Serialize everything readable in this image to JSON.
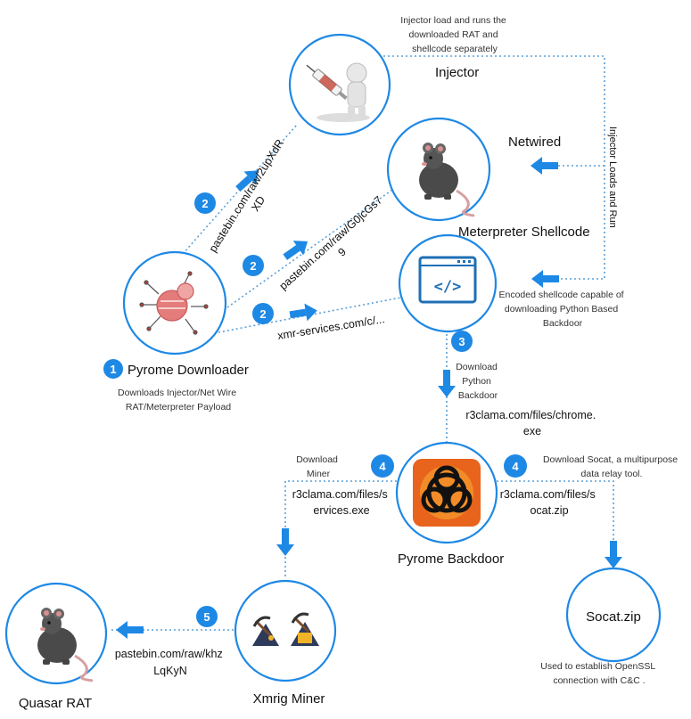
{
  "colors": {
    "accent": "#1e88e5",
    "line": "#5aa0d8"
  },
  "nodes": {
    "downloader": {
      "title": "Pyrome Downloader",
      "desc": [
        "Downloads Injector/Net Wire",
        "RAT/Meterpreter Payload"
      ],
      "icon": "bug-icon"
    },
    "injector": {
      "title": "Injector",
      "desc": [
        "Injector load and runs the",
        "downloaded RAT and",
        "shellcode separately"
      ],
      "icon": "syringe-figure-icon"
    },
    "netwired": {
      "title": "Netwired",
      "icon": "rat-icon"
    },
    "meterpreter": {
      "title": "Meterpreter Shellcode",
      "icon": "code-window-icon"
    },
    "encoded": {
      "desc": [
        "Encoded shellcode capable of",
        "downloading Python Based",
        "Backdoor"
      ]
    },
    "backdoor": {
      "title": "Pyrome Backdoor",
      "icon": "biohazard-icon"
    },
    "socat": {
      "title": "Socat.zip",
      "desc": [
        "Used to establish OpenSSL",
        "connection with C&C ."
      ]
    },
    "xmrig": {
      "title": "Xmrig Miner",
      "icon": "pickaxe-icon"
    },
    "quasar": {
      "title": "Quasar RAT",
      "icon": "rat-icon"
    }
  },
  "edges": {
    "inj_url": [
      "pastebin.com/raw/2upXdR",
      "XD"
    ],
    "mtr_url": [
      "pastebin.com/raw/G0jcGs7",
      "9"
    ],
    "xmr_url": "xmr-services.com/c/...",
    "loads_run": "Injector Loads and Run",
    "download_python": [
      "Download",
      "Python",
      "Backdoor"
    ],
    "chrome_url": [
      "r3clama.com/files/chrome.",
      "exe"
    ],
    "download_miner": [
      "Download",
      "Miner"
    ],
    "services_url": [
      "r3clama.com/files/s",
      "ervices.exe"
    ],
    "download_socat": [
      "Download Socat, a multipurpose",
      "data relay tool."
    ],
    "socat_url": [
      "r3clama.com/files/s",
      "ocat.zip"
    ],
    "quasar_url": [
      "pastebin.com/raw/khz",
      "LqKyN"
    ]
  },
  "steps": {
    "s1": "1",
    "s2a": "2",
    "s2b": "2",
    "s2c": "2",
    "s3": "3",
    "s4a": "4",
    "s4b": "4",
    "s5": "5"
  }
}
